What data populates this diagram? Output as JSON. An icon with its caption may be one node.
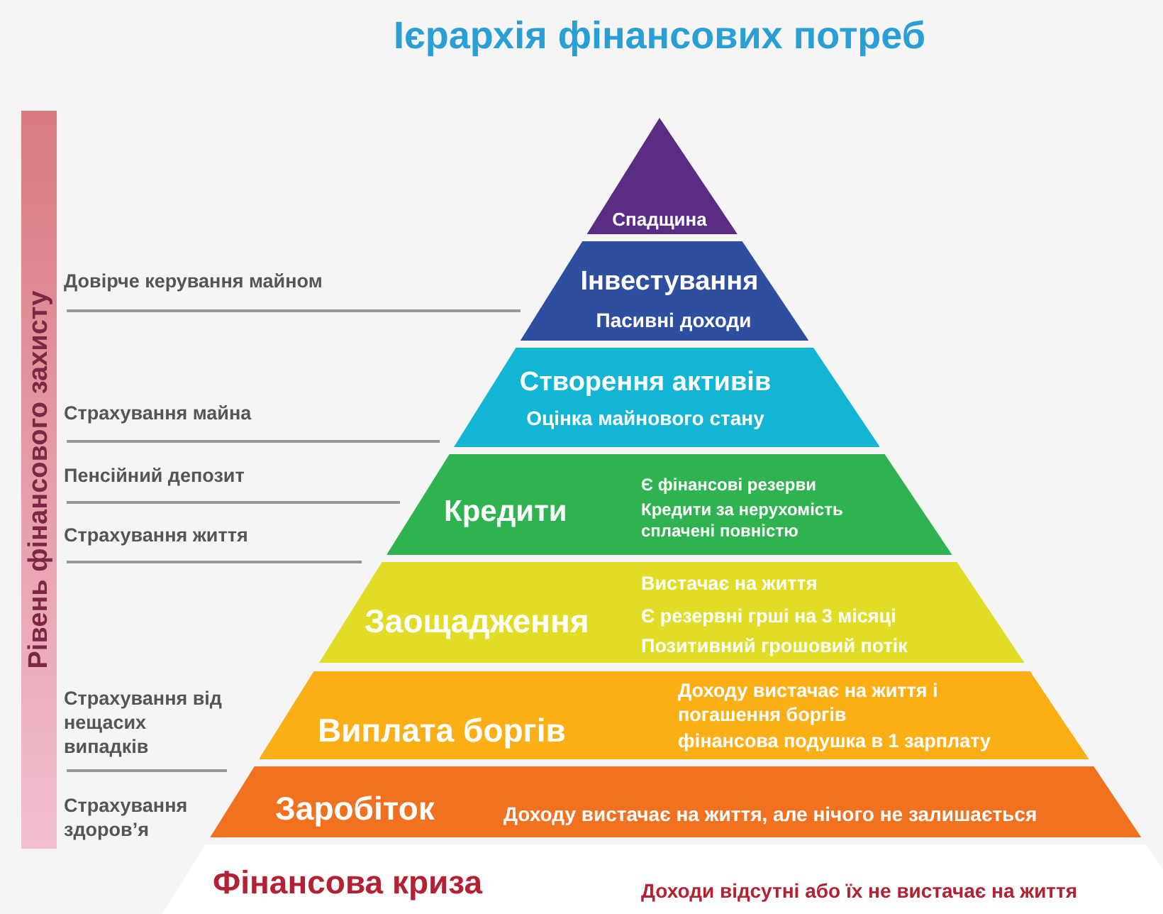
{
  "diagram": {
    "title": "Ієрархія фінансових потреб",
    "nodes": [
      {
        "text": [
          "Рівень фінансового захисту"
        ]
      },
      {
        "text": [
          "Спадщина"
        ]
      },
      {
        "text": [
          "Інвестування",
          "Пасивні доходи"
        ]
      },
      {
        "text": [
          "Створення активів",
          "Оцінка майнового стану"
        ]
      },
      {
        "text": [
          "Кредити",
          "Є фінансові резерви",
          "Кредити за нерухомість сплачені повністю"
        ]
      },
      {
        "text": [
          "Заощадження",
          "Вистачає на життя",
          "Є резервні грші на 3 місяці",
          "Позитивний грошовий потік"
        ]
      },
      {
        "text": [
          "Виплата боргів",
          "Доходу вистачає на життя і погашення боргів",
          "фінансова подушка в 1 зарплату"
        ]
      },
      {
        "text": [
          "Заробіток",
          "Доходу вистачає на життя, але нічого не залишається"
        ]
      },
      {
        "text": [
          "Фінансова криза",
          "Доходи відсутні або їх не вистачає на життя"
        ]
      }
    ],
    "labels": [
      "Довірче керування майном",
      "Страхування майна",
      "Пенсійний депозит",
      "Страхування життя",
      "Страхування від нещасих випадків",
      "Страхування здоров’я"
    ]
  }
}
